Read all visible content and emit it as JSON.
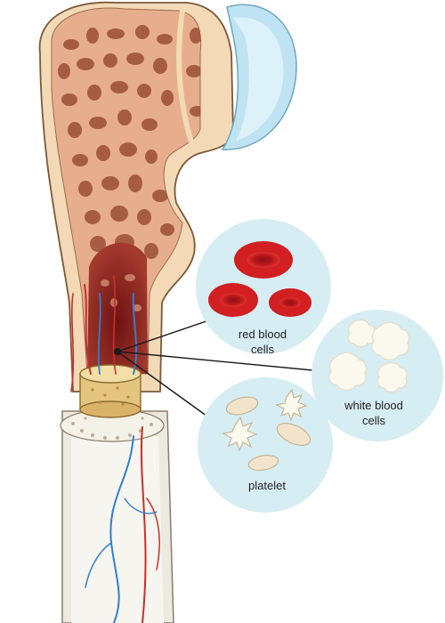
{
  "labels": {
    "red_blood_cells": [
      "red blood",
      "cells"
    ],
    "white_blood_cells": [
      "white blood",
      "cells"
    ],
    "platelet": [
      "platelet"
    ]
  },
  "colors": {
    "bone_outer": "#F3D9B5",
    "bone_outline": "#7A5A3A",
    "spongy_bone": "#E7AE8E",
    "pores": "#9B4E37",
    "marrow": "#8B1D1D",
    "cartilage": "#BFE3F2",
    "circle_bg": "#D6EDF3",
    "red_cell": "#D11F22",
    "white_cell": "#FBF8EE",
    "platelet": "#F1E3CC",
    "artery": "#C8302C",
    "vein": "#2F7FD0",
    "shaft": "#ECE9DF",
    "callout_line": "#1A1A1A"
  }
}
